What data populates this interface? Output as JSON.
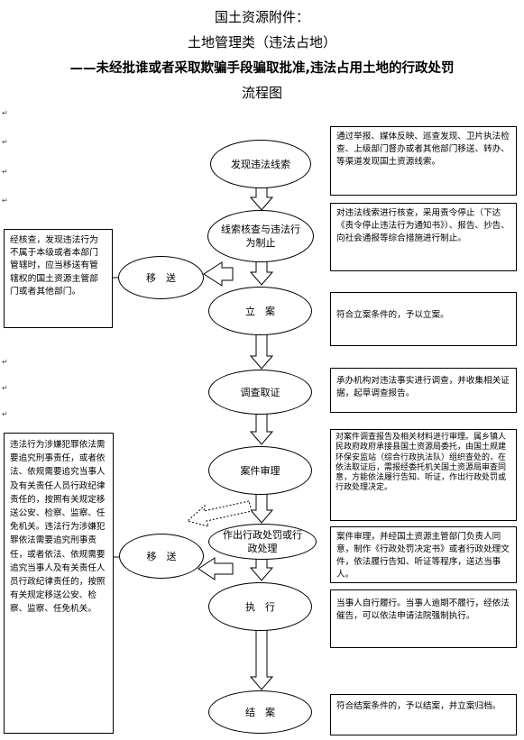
{
  "title": {
    "line1": "国土资源附件：",
    "line2": "土地管理类（违法占地）",
    "line3": "——未经批谁或者采取欺骗手段骗取批准,违法占用土地的行政处罚",
    "line4": "流程图"
  },
  "para_mark": "↵",
  "steps": [
    {
      "label": "发现违法线索",
      "desc": "通过举报、媒体反映、巡查发现、卫片执法检查、上级部门督办或者其他部门移送、转办、等渠道发现国土资源线索。"
    },
    {
      "label": "线索核查与违法行为制止",
      "desc": "对违法线索进行核查，采用责令停止（下达《责令停止违法行为通知书》）、报告、抄告、向社会通报等综合措施进行制止。"
    },
    {
      "label": "立　案",
      "desc": "符合立案条件的，予以立案。"
    },
    {
      "label": "调查取证",
      "desc": "承办机构对违法事实进行调查，并收集相关证据，起草调查报告。"
    },
    {
      "label": "案件审理",
      "desc": "对案件调查报告及相关材料进行审理。属乡镇人民政府政府承接县国土资源局委托，由国土规建环保安监站（综合行政执法队）组织查处的，在依法取证后，需报经委托机关国土资源局审查同意，方能依法履行告知、听证，作出行政处罚或行政处理决定。"
    },
    {
      "label": "作出行政处罚或行政处理",
      "desc": "案件审理，并经国土资源主管部门负责人同意，制作《行政处罚决定书》或者行政处理文件，依法履行告知、听证等程序，送达当事人。"
    },
    {
      "label": "执　行",
      "desc": "当事人自行履行。当事人逾期不履行，经依法催告，可以依法申请法院强制执行。"
    },
    {
      "label": "结　案",
      "desc": "符合结案条件的，予以结案，并立案归档。"
    }
  ],
  "transfers": [
    {
      "label": "移　送",
      "desc": "经核查，发现违法行为不属于本级或者本部门管辖时，应当移送有管辖权的国土资源主管部门或者其他部门。"
    },
    {
      "label": "移　送",
      "desc": "违法行为涉嫌犯罪依法需要追究刑事责任，或者依法、依规需要追究当事人及有关责任人员行政纪律责任的，按照有关规定移送公安、检察、监察、任免机关。违法行为涉嫌犯罪依法需要追究刑事责任，或者依法、依规需要追究当事人及有关责任人员行政纪律责任的，按照有关规定移送公安、检察、监察、任免机关。"
    }
  ]
}
